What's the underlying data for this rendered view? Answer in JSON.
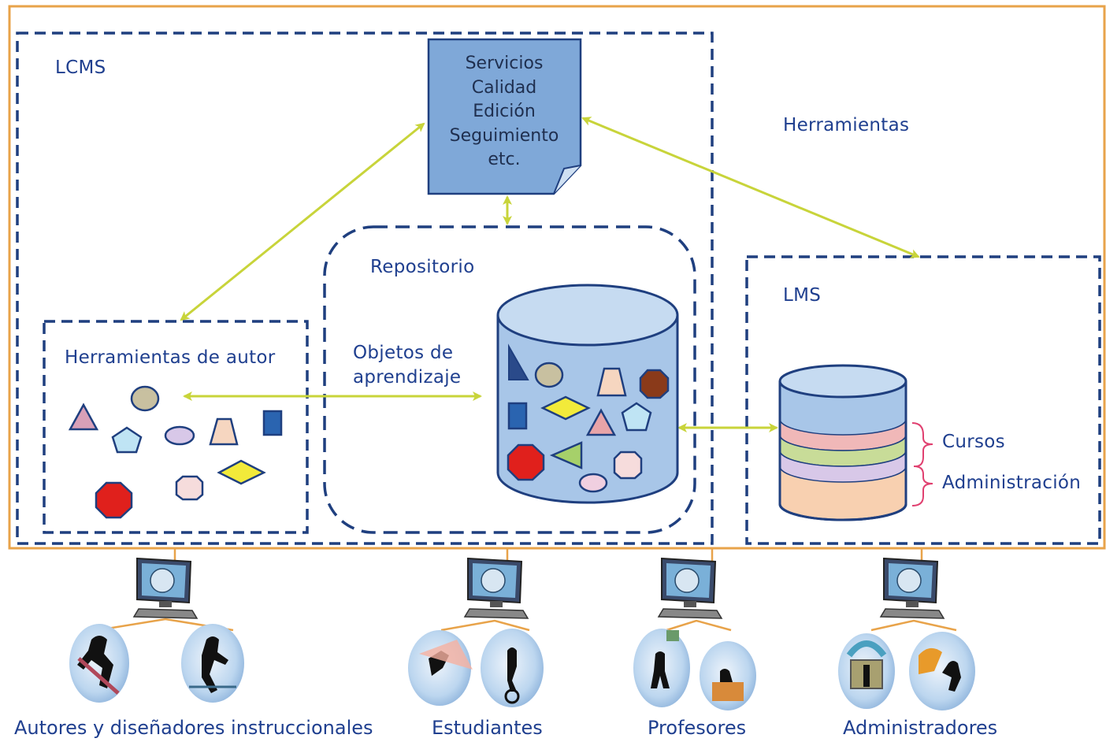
{
  "labels": {
    "lcms": "LCMS",
    "herramientas": "Herramientas",
    "repositorio": "Repositorio",
    "lms": "LMS",
    "herramientas_autor": "Herramientas de autor",
    "objetos_line1": "Objetos de",
    "objetos_line2": "aprendizaje",
    "cursos": "Cursos",
    "administracion": "Administración"
  },
  "services_doc": {
    "lines": [
      "Servicios",
      "Calidad",
      "Edición",
      "Seguimiento",
      "etc."
    ]
  },
  "user_groups": [
    {
      "label": "Autores y diseñadores instruccionales",
      "icon": "workstation-icon"
    },
    {
      "label": "Estudiantes",
      "icon": "workstation-icon"
    },
    {
      "label": "Profesores",
      "icon": "workstation-icon"
    },
    {
      "label": "Administradores",
      "icon": "workstation-icon"
    }
  ],
  "colors": {
    "outer_border": "#e8a34a",
    "dashed_border": "#1f3f7f",
    "arrow": "#c8d43a",
    "text": "#1f3f8f",
    "doc_fill": "#7fa8d8",
    "cylinder_fill": "#a8c6e8",
    "band_pink": "#f0b8b8",
    "band_green": "#c8dc98",
    "band_lavender": "#d8c8e8",
    "band_peach": "#f8d0b0",
    "brace": "#e04070"
  }
}
